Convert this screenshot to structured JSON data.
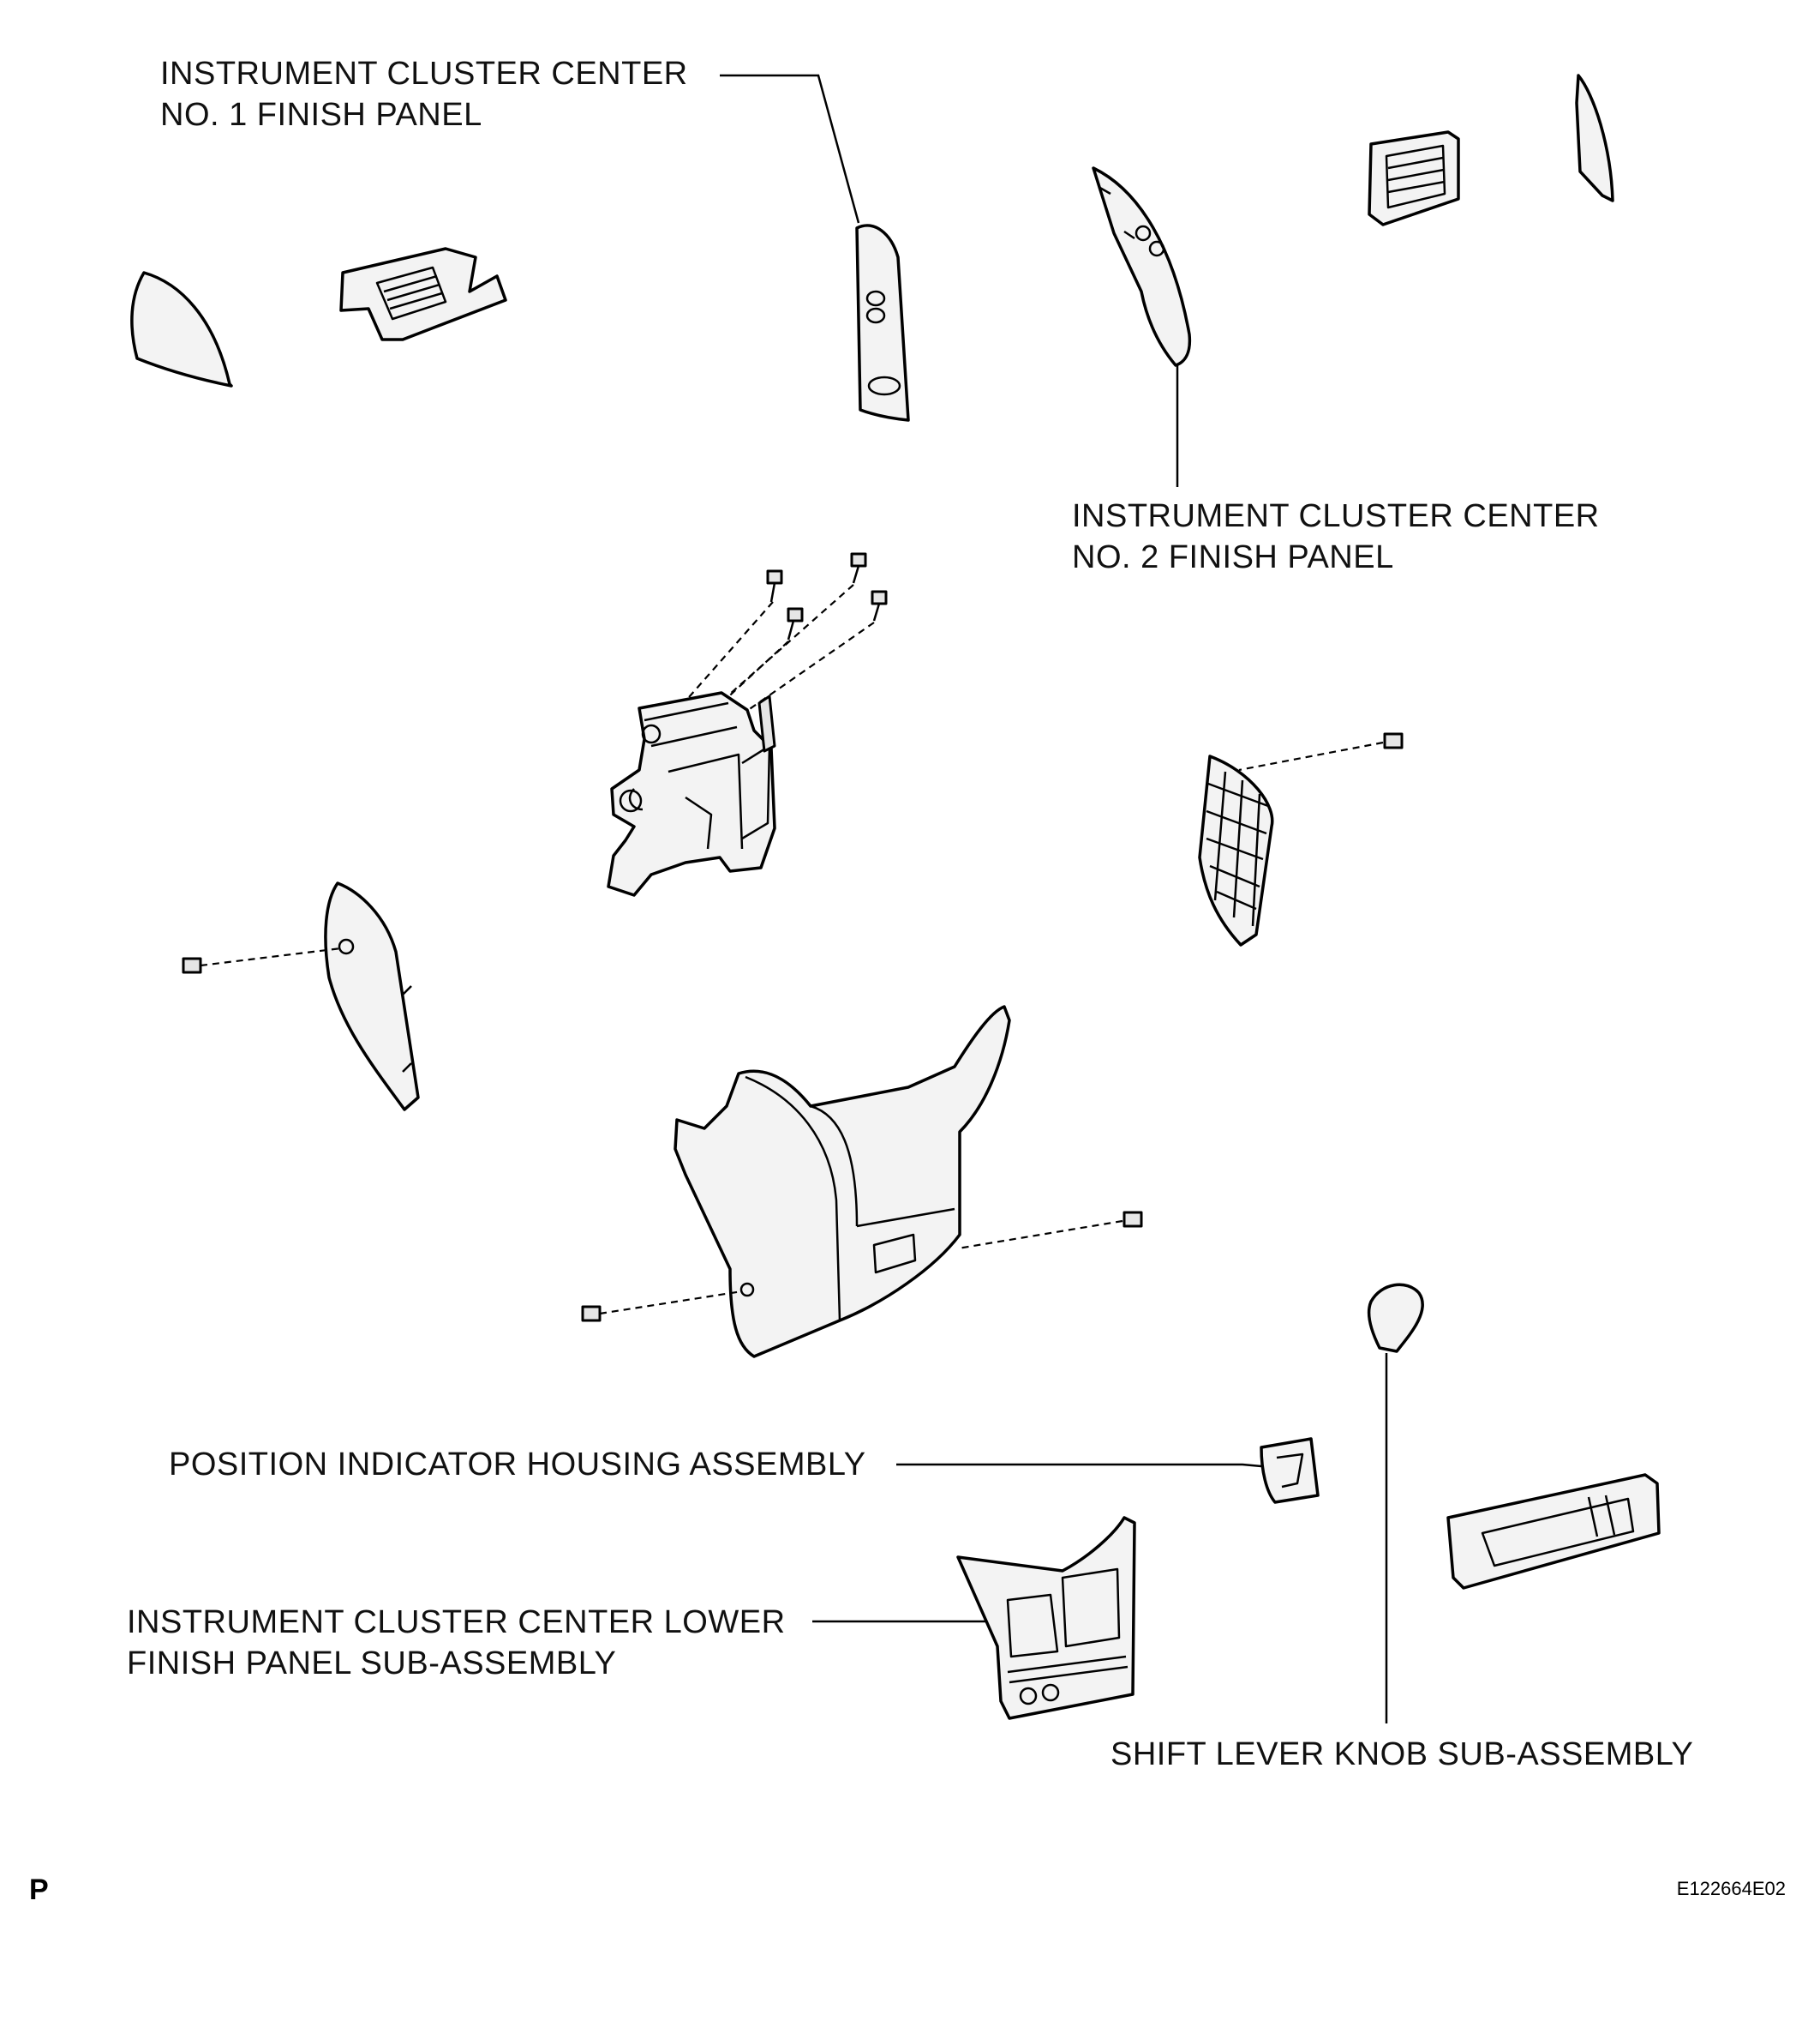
{
  "labels": {
    "no1_panel": [
      "INSTRUMENT CLUSTER CENTER",
      "NO. 1 FINISH PANEL"
    ],
    "no2_panel": [
      "INSTRUMENT CLUSTER CENTER",
      "NO. 2 FINISH PANEL"
    ],
    "position_indicator": "POSITION INDICATOR HOUSING ASSEMBLY",
    "lower_finish_panel": [
      "INSTRUMENT CLUSTER CENTER LOWER",
      "FINISH PANEL SUB-ASSEMBLY"
    ],
    "shift_knob": "SHIFT LEVER KNOB SUB-ASSEMBLY"
  },
  "footer": {
    "page_code": "P",
    "figure_id": "E122664E02"
  }
}
